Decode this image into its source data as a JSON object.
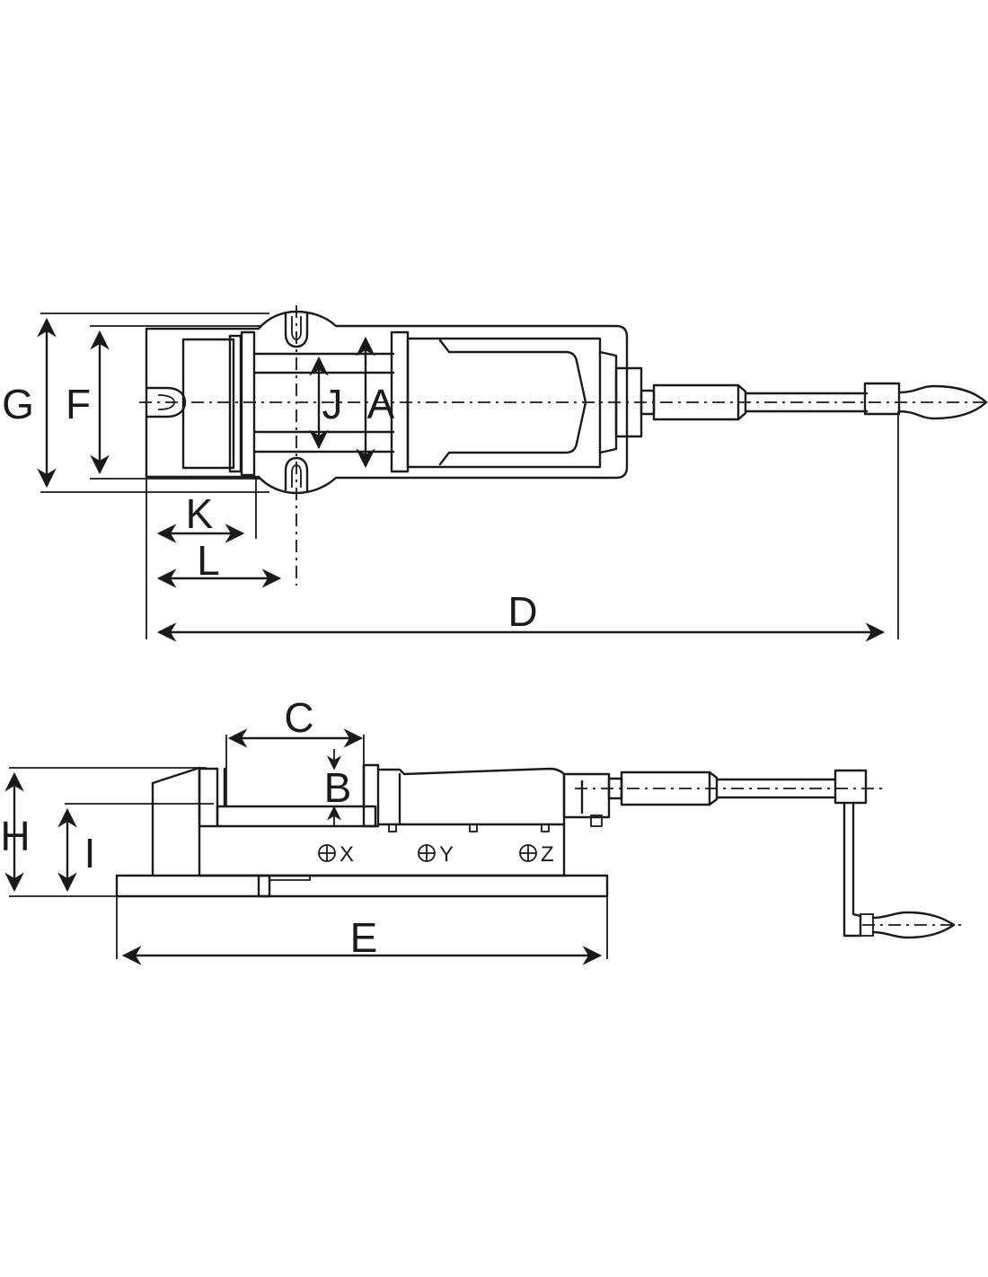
{
  "top_view": {
    "labels": {
      "g": "G",
      "f": "F",
      "j": "J",
      "a": "A",
      "k": "K",
      "l": "L",
      "d": "D"
    }
  },
  "side_view": {
    "labels": {
      "c": "C",
      "b": "B",
      "h": "H",
      "i": "I",
      "e": "E"
    },
    "holes": {
      "x": "X",
      "y": "Y",
      "z": "Z"
    }
  },
  "colors": {
    "ink": "#1a1a1a",
    "paper": "#ffffff"
  }
}
